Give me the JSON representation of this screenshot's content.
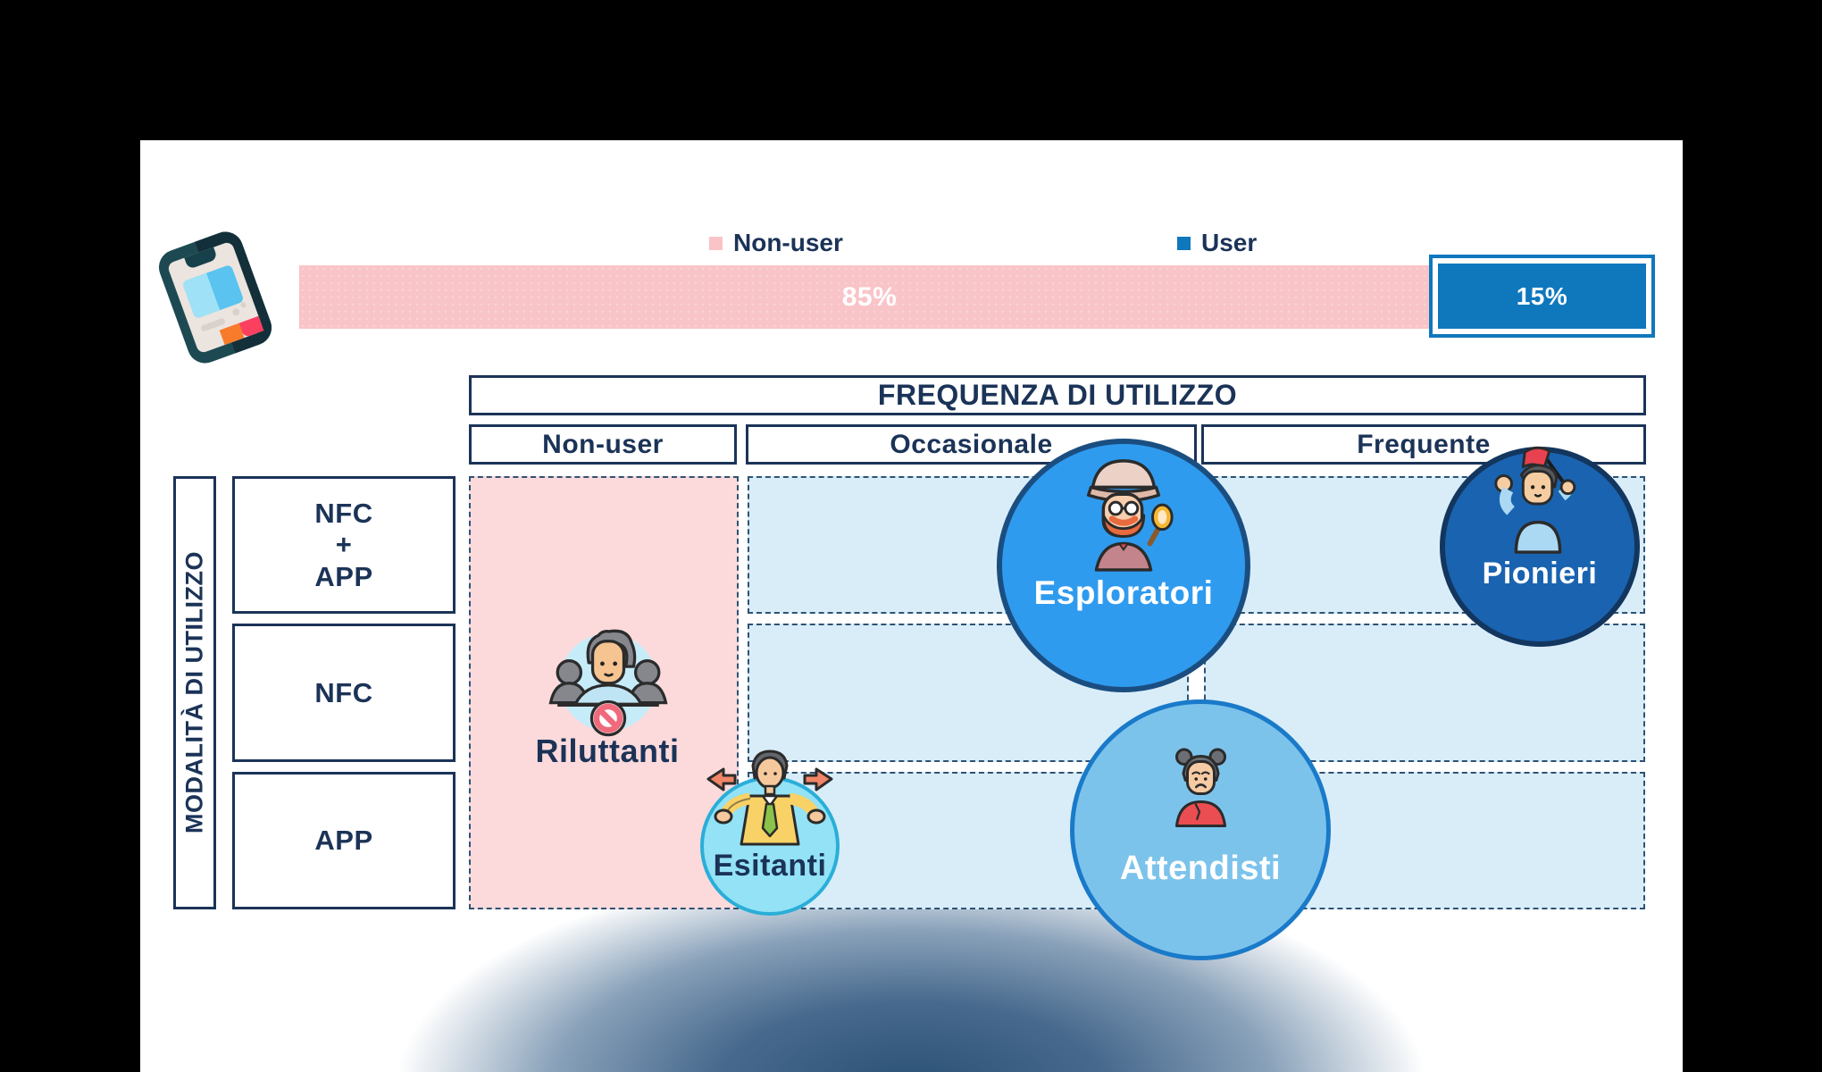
{
  "legend": {
    "non_user_label": "Non-user",
    "user_label": "User"
  },
  "usage_bar": {
    "non_user_value": "85%",
    "user_value": "15%"
  },
  "chart_data": {
    "type": "bar",
    "categories": [
      "Non-user",
      "User"
    ],
    "values": [
      85,
      15
    ],
    "unit": "%",
    "title": "",
    "legend_position": "top",
    "series_colors": {
      "Non-user": "#f9c4c7",
      "User": "#0f78bd"
    }
  },
  "matrix": {
    "column_group_title": "FREQUENZA DI UTILIZZO",
    "row_group_title": "MODALITÀ DI UTILIZZO",
    "columns": [
      {
        "label": "Non-user"
      },
      {
        "label": "Occasionale"
      },
      {
        "label": "Frequente"
      }
    ],
    "rows": [
      {
        "label_lines": [
          "NFC",
          "+",
          "APP"
        ]
      },
      {
        "label_lines": [
          "NFC"
        ]
      },
      {
        "label_lines": [
          "APP"
        ]
      }
    ]
  },
  "personas": {
    "riluttanti": {
      "label": "Riluttanti"
    },
    "esitanti": {
      "label": "Esitanti"
    },
    "attendisti": {
      "label": "Attendisti"
    },
    "esploratori": {
      "label": "Esploratori"
    },
    "pionieri": {
      "label": "Pionieri"
    }
  },
  "icons": {
    "top_left": "smartphone-icon",
    "riluttanti": "reluctant-group-prohibition-icon",
    "esitanti": "shrugging-man-arrows-icon",
    "attendisti": "worried-woman-icon",
    "esploratori": "explorer-magnifier-icon",
    "pionieri": "person-waving-flag-icon"
  },
  "colors": {
    "navy": "#1b3357",
    "cell_border": "#2e5273",
    "pink_bar": "#f9c4c7",
    "pink_cell": "#fcdadb",
    "cell_blue": "#d9edf9",
    "blue": "#0f78bd",
    "esploratori_fill": "#2f9bef",
    "esploratori_border": "#1b4e80",
    "pionieri_fill": "#1a63b0",
    "pionieri_border": "#13365f",
    "attendisti_fill": "#7cc3ec",
    "attendisti_border": "#1a7ac9",
    "esitanti_fill": "#93e2f6",
    "esitanti_border": "#2aaed8",
    "riluttanti_bg": "#c6ecfa"
  }
}
